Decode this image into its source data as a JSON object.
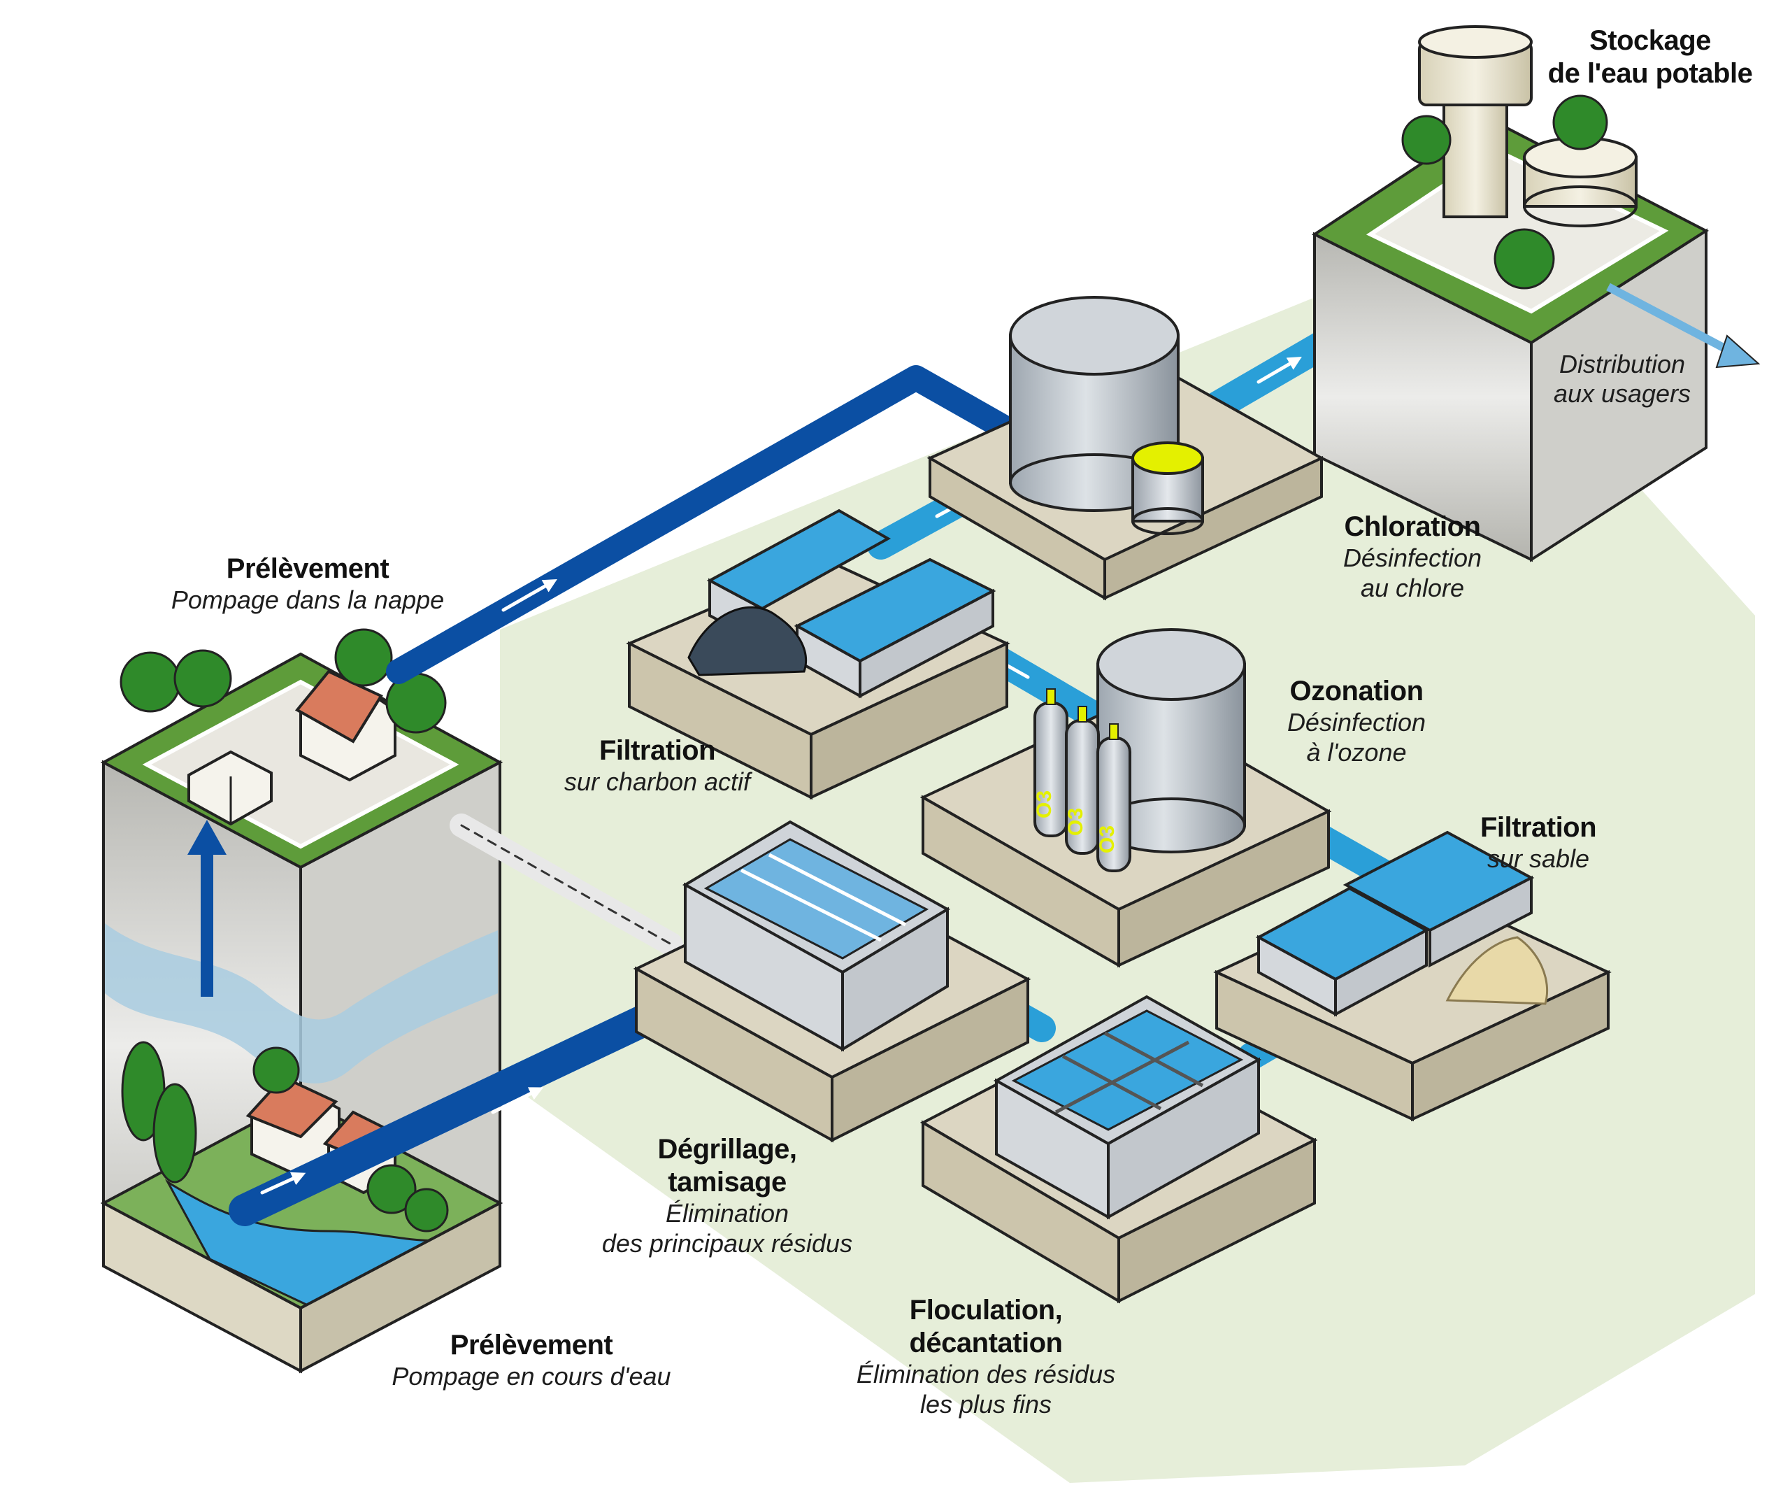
{
  "labels": {
    "prelevement_nappe": {
      "title": "Prélèvement",
      "subtitle": "Pompage dans la nappe"
    },
    "prelevement_cours": {
      "title": "Prélèvement",
      "subtitle": "Pompage en cours d'eau"
    },
    "degrillage": {
      "title_1": "Dégrillage,",
      "title_2": "tamisage",
      "subtitle_1": "Élimination",
      "subtitle_2": "des principaux résidus"
    },
    "floculation": {
      "title_1": "Floculation,",
      "title_2": "décantation",
      "subtitle_1": "Élimination des résidus",
      "subtitle_2": "les plus fins"
    },
    "filtration_sable": {
      "title": "Filtration",
      "subtitle": "sur sable"
    },
    "ozonation": {
      "title": "Ozonation",
      "subtitle_1": "Désinfection",
      "subtitle_2": "à l'ozone"
    },
    "filtration_charbon": {
      "title": "Filtration",
      "subtitle": "sur charbon actif"
    },
    "chloration": {
      "title": "Chloration",
      "subtitle_1": "Désinfection",
      "subtitle_2": "au chlore"
    },
    "stockage": {
      "title_1": "Stockage",
      "title_2": "de l'eau potable"
    },
    "distribution": {
      "line_1": "Distribution",
      "line_2": "aux usagers"
    }
  },
  "ozone_tank_text": "O3",
  "colors": {
    "pipe": "#0b4fa3",
    "pipe_light": "#2a9fd8",
    "water": "#3aa6de",
    "grass": "#5e9c3a",
    "platform": "#dcd6c2",
    "plant_zone": "#e6eed9",
    "tank": "#c8cdd2",
    "sand": "#e8d9a8",
    "chlorine": "#e4f000"
  }
}
